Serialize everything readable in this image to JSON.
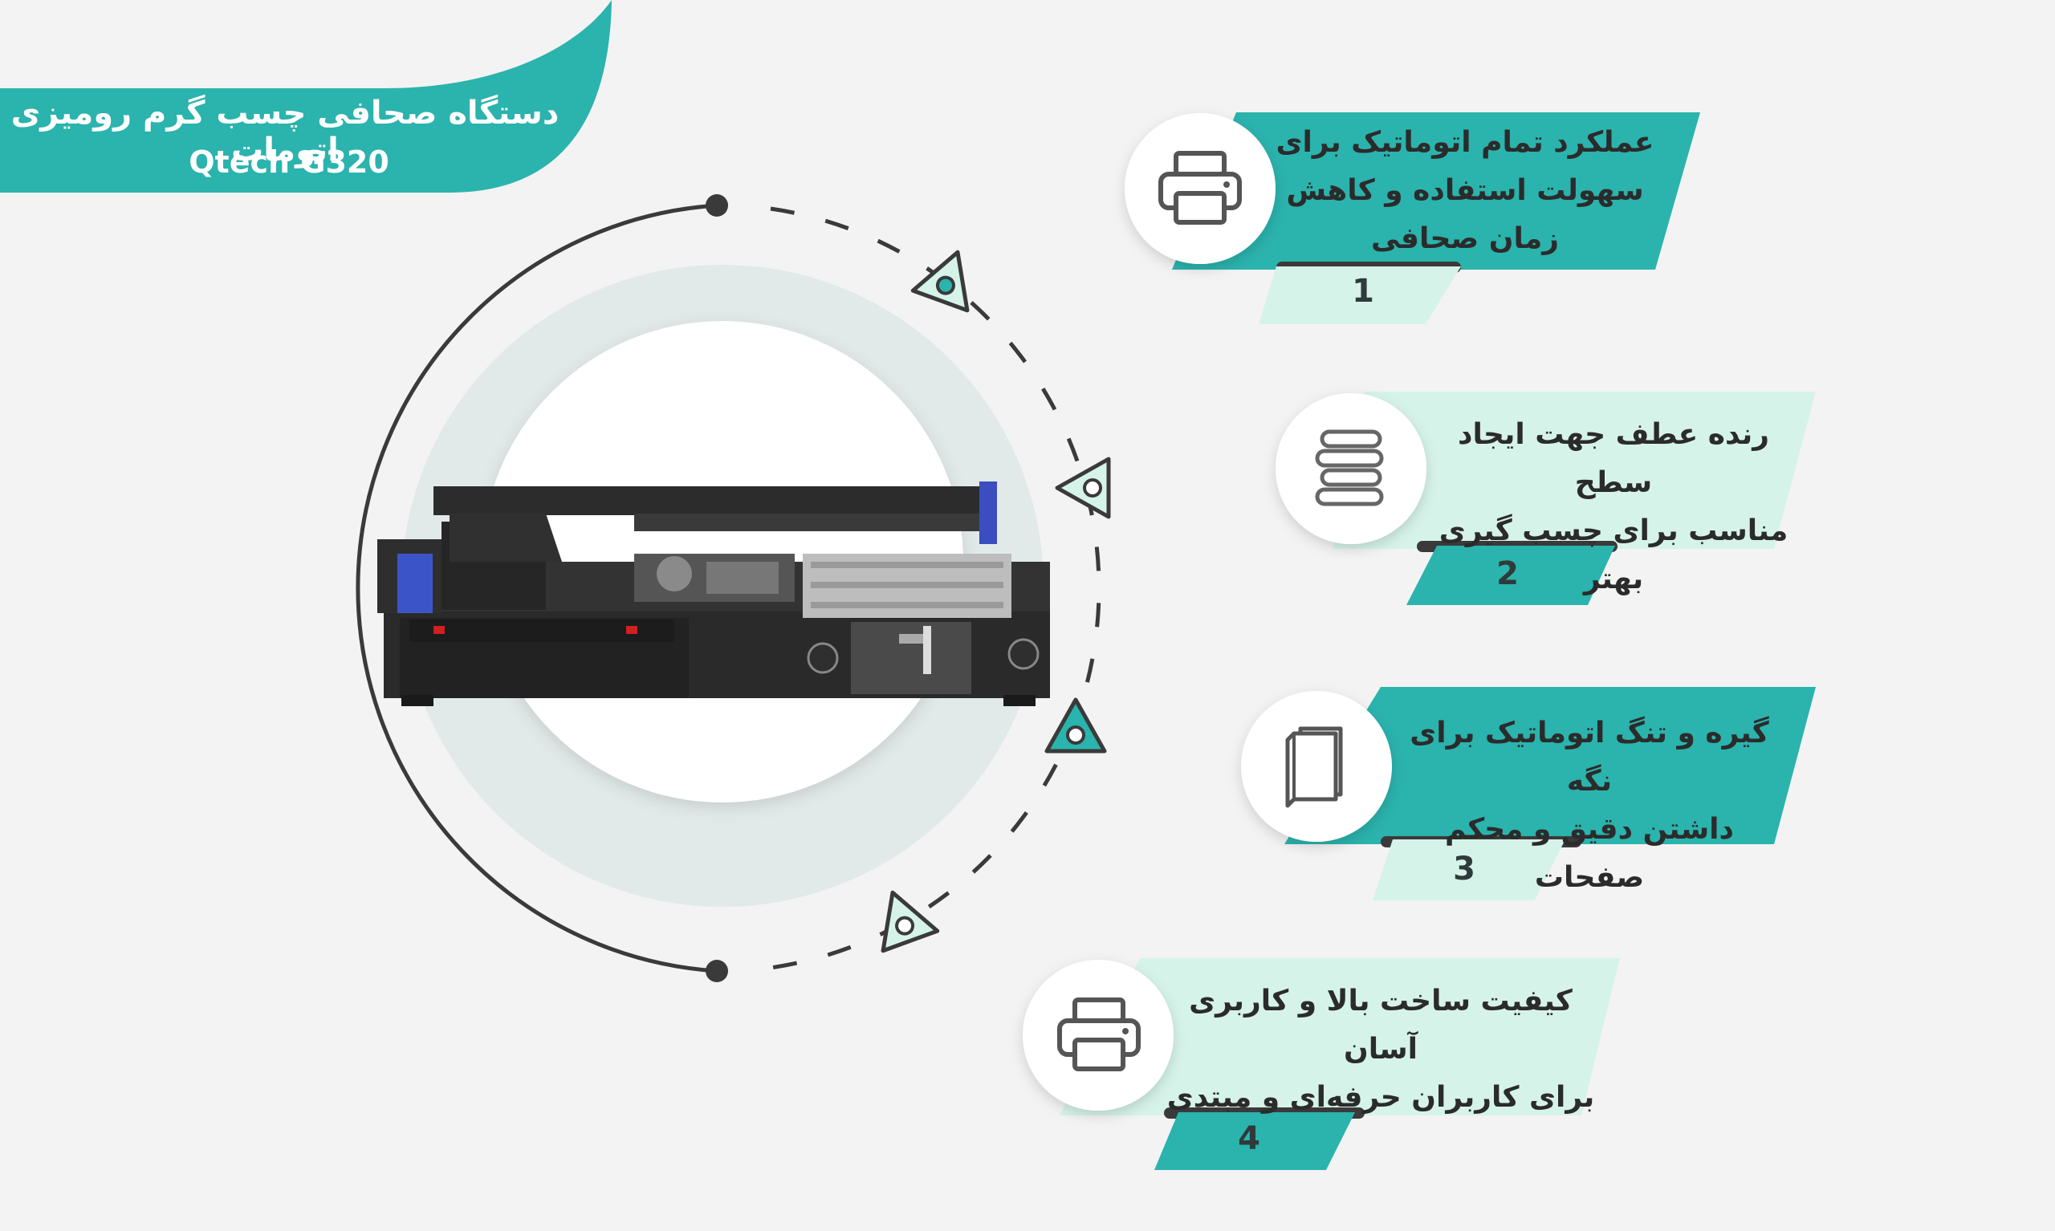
{
  "banner": {
    "title": "دستگاه صحافی چسب گرم رومیزی اتومات",
    "subtitle": "Qtech G320"
  },
  "colors": {
    "teal": "#2bb3ad",
    "teal_dark": "#1f9e98",
    "mint": "#d6f3ea",
    "ring": "#dfe7e7",
    "background": "#f3f3f3",
    "arc": "#3a3a3a"
  },
  "features": [
    {
      "number": "1",
      "text": "عملکرد تمام اتوماتیک برای سهولت استفاده و کاهش زمان صحافی",
      "lines": [
        "عملکرد تمام اتوماتیک برای",
        "سهولت استفاده و کاهش",
        "زمان صحافی"
      ],
      "icon": "printer-icon"
    },
    {
      "number": "2",
      "text": "رنده عطف جهت ایجاد سطح مناسب برای چسب گیری بهتر",
      "lines": [
        "رنده عطف جهت ایجاد سطح",
        "مناسب برای چسب گیری بهتر"
      ],
      "icon": "book-stack-icon"
    },
    {
      "number": "3",
      "text": "گیره و تنگ اتوماتیک برای نگه داشتن دقیق و محکم صفحات",
      "lines": [
        "گیره و تنگ اتوماتیک برای نگه",
        "داشتن دقیق و محکم صفحات"
      ],
      "icon": "paper-stack-icon"
    },
    {
      "number": "4",
      "text": "کیفیت ساخت بالا و کاربری آسان برای کاربران حرفه‌ای و مبتدی",
      "lines": [
        "کیفیت ساخت بالا و کاربری آسان",
        "برای کاربران حرفه‌ای و مبتدی"
      ],
      "icon": "printer-icon"
    }
  ]
}
